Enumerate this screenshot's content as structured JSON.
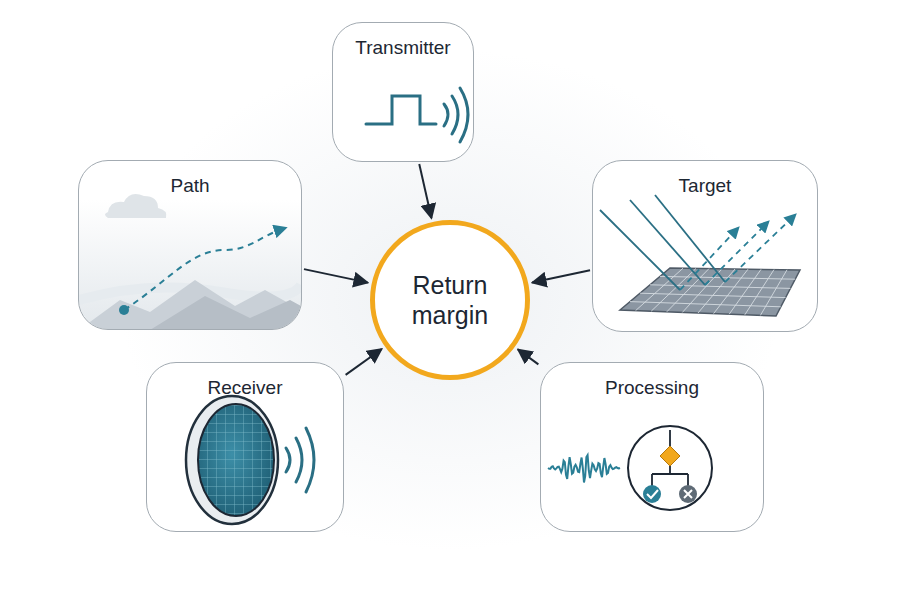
{
  "diagram": {
    "nodes": [
      {
        "text": [
          "Transmitter"
        ]
      },
      {
        "text": [
          "Path"
        ]
      },
      {
        "text": [
          "Return margin"
        ]
      },
      {
        "text": [
          "Target"
        ]
      },
      {
        "text": [
          "Receiver"
        ]
      },
      {
        "text": [
          "Processing"
        ]
      }
    ],
    "edges": [
      {
        "from": 0,
        "to": 2,
        "arrow": "to"
      },
      {
        "from": 1,
        "to": 2,
        "arrow": "to"
      },
      {
        "from": 3,
        "to": 2,
        "arrow": "to"
      },
      {
        "from": 4,
        "to": 2,
        "arrow": "to"
      },
      {
        "from": 5,
        "to": 2,
        "arrow": "to"
      }
    ]
  }
}
